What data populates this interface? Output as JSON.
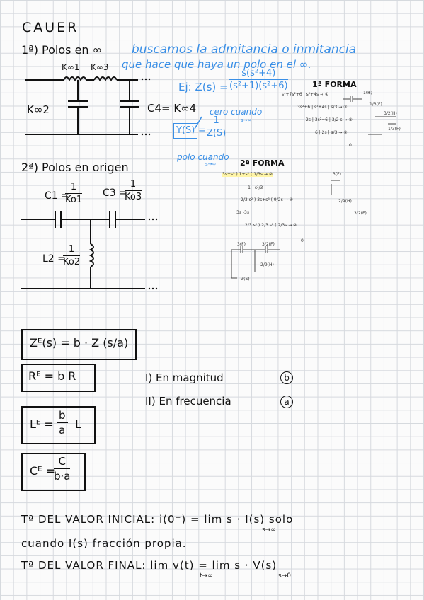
{
  "title": "CAUER",
  "section1": {
    "heading": "1ª) Polos en ∞",
    "note_line1": "buscamos la admitancia o inmitancia",
    "note_line2": "que hace que haya un polo en el ∞.",
    "labels": {
      "k_inf1": "K∞1",
      "k_inf3": "K∞3",
      "k_inf2": "K∞2",
      "c4": "C4= K∞4"
    },
    "example": {
      "prefix": "Ej: Z(s) =",
      "numerator": "s(s²+4)",
      "denominator": "(s²+1)(s²+6)",
      "zero_when": "cero cuando",
      "zero_cond": "s→∞",
      "y_label": "Y(S)",
      "y_num": "1",
      "y_den": "Z(S)",
      "pole_when": "polo cuando",
      "pole_cond": "s→∞"
    },
    "forma1": {
      "title": "1ª FORMA",
      "lines": [
        "s⁴+7s²+6 | s³+4s → ①",
        "3s²+6 | s³+4s | s/3 → ②",
        "2s | 3s²+6 | 3/2 s → ③",
        "6 | 2s | s/3 → ④",
        "0"
      ],
      "elements": [
        "1(H)",
        "1/3(F)",
        "3/2(H)",
        "1/3(F)"
      ]
    }
  },
  "section2": {
    "heading": "2ª) Polos en origen",
    "labels": {
      "c1": "C1 =",
      "c1_num": "1",
      "c1_den": "Ko1",
      "c3": "C3 =",
      "c3_num": "1",
      "c3_den": "Ko3",
      "l2": "L2 =",
      "l2_num": "1",
      "l2_den": "Ko2"
    },
    "forma2": {
      "title": "2ª FORMA",
      "lines": [
        "3s+s³ ) 1+s² ( 1/3s → ②",
        "-1 - s²/3",
        "2/3 s² ) 3s+s³ ( 9/2s → ④",
        "3s   -3s",
        "2/3 s² ) 2/3 s² ( 2/3s → ②",
        "0"
      ],
      "elements": [
        "3(F)",
        "2/9(H)",
        "3/2(F)",
        "3(F)",
        "3/2(F)",
        "2/9(H)"
      ],
      "footer": "Z(S)"
    }
  },
  "scaling": {
    "main": "Zᴱ(s) = b · Z (s/a)",
    "r": "Rᴱ = b R",
    "l_prefix": "Lᴱ =",
    "l_num": "b",
    "l_den": "a",
    "l_suffix": "L",
    "c_prefix": "Cᴱ =",
    "c_num": "C",
    "c_den": "b·a",
    "item1": "I) En magnitud",
    "item1_mark": "b",
    "item2": "II) En frecuencia",
    "item2_mark": "a"
  },
  "theorems": {
    "initial_line1": "Tª DEL VALOR INICIAL: i(0⁺) = lim s · I(s)  solo",
    "initial_lim": "s→∞",
    "initial_line2": "cuando I(s) fracción propia.",
    "final_line": "Tª DEL VALOR FINAL: lim v(t) = lim s · V(s)",
    "final_lim1": "t→∞",
    "final_lim2": "s→0"
  }
}
